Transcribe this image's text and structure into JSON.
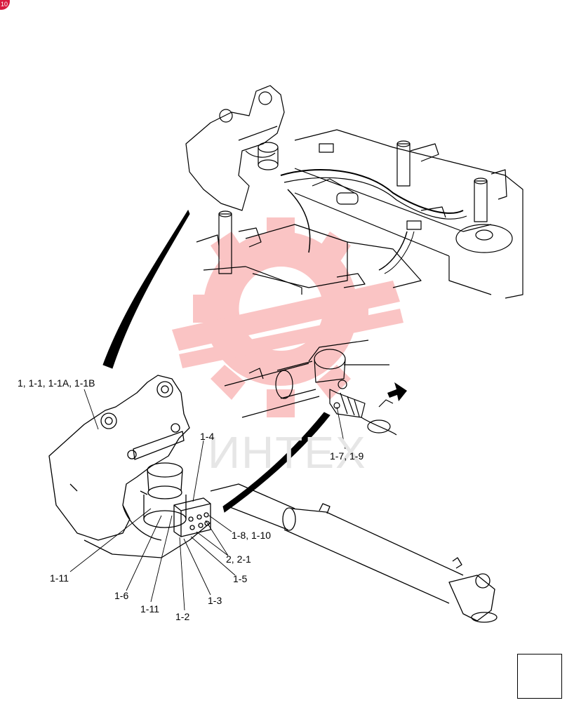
{
  "badge": {
    "text": "10",
    "color": "#d81b3f"
  },
  "watermark": {
    "text": "ИНТЕХ",
    "color": "#f04a4a"
  },
  "labels": {
    "l_main": "1, 1-1, 1-1A, 1-1B",
    "l_14": "1-4",
    "l_1810": "1-8, 1-10",
    "l_221": "2, 2-1",
    "l_15": "1-5",
    "l_13": "1-3",
    "l_12": "1-2",
    "l_111b": "1-11",
    "l_16": "1-6",
    "l_111a": "1-11",
    "l_179": "1-7, 1-9"
  },
  "icons": {
    "navigation": "next-page-arrow-icon"
  }
}
